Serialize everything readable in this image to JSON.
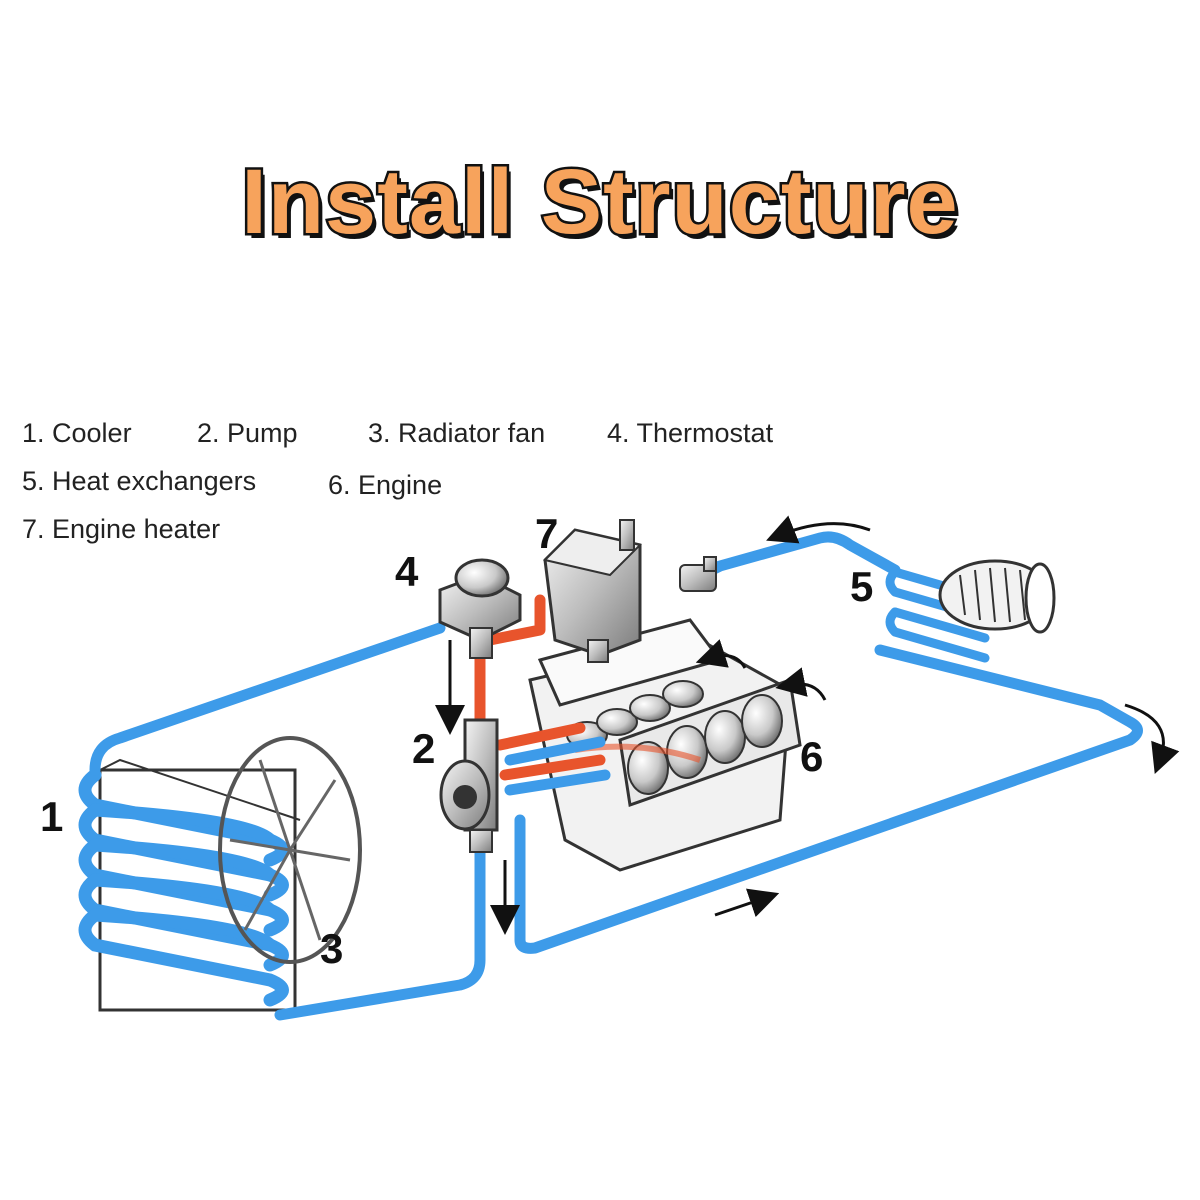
{
  "title": "Install Structure",
  "legend": [
    "1. Cooler",
    "2. Pump",
    "3. Radiator fan",
    "4. Thermostat",
    "5. Heat exchangers",
    "6. Engine",
    "7. Engine heater"
  ],
  "numbers": [
    "1",
    "2",
    "3",
    "4",
    "5",
    "6",
    "7"
  ],
  "colors": {
    "title_fill": "#f7a35c",
    "cold_pipe": "#3d9be9",
    "hot_pipe": "#e8542c",
    "outline": "#111111"
  }
}
